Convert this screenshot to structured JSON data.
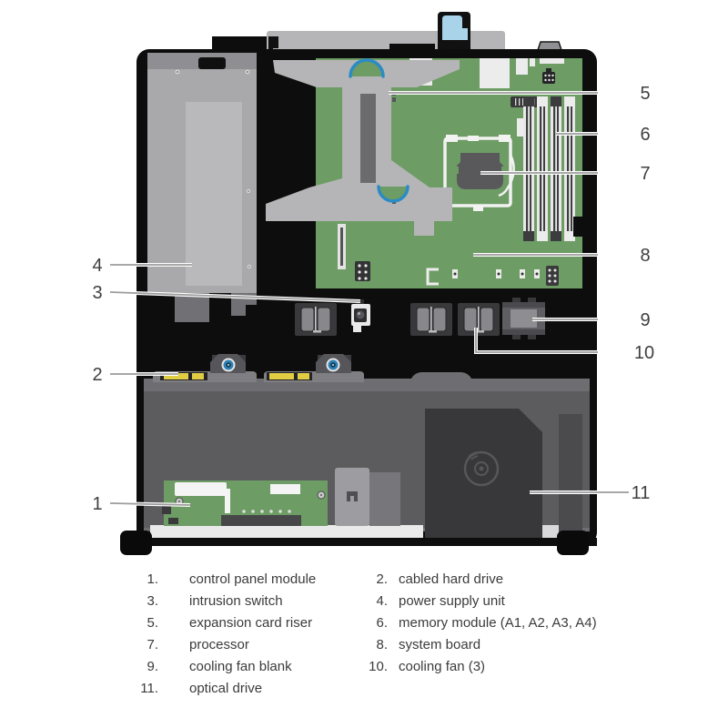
{
  "callout_numbers": {
    "n1": "1",
    "n2": "2",
    "n3": "3",
    "n4": "4",
    "n5": "5",
    "n6": "6",
    "n7": "7",
    "n8": "8",
    "n9": "9",
    "n10": "10",
    "n11": "11"
  },
  "legend": {
    "col1": [
      {
        "num": "1.",
        "label": "control panel module"
      },
      {
        "num": "3.",
        "label": "intrusion switch"
      },
      {
        "num": "5.",
        "label": "expansion card riser"
      },
      {
        "num": "7.",
        "label": "processor"
      },
      {
        "num": "9.",
        "label": "cooling fan blank"
      },
      {
        "num": "11.",
        "label": "optical drive"
      }
    ],
    "col2": [
      {
        "num": "2.",
        "label": "cabled hard drive"
      },
      {
        "num": "4.",
        "label": "power supply unit"
      },
      {
        "num": "6.",
        "label": "memory module (A1, A2, A3, A4)"
      },
      {
        "num": "8.",
        "label": "system board"
      },
      {
        "num": "10.",
        "label": "cooling fan (3)"
      }
    ]
  },
  "colors": {
    "chassis": "#0d0d0d",
    "board": "#6d9c64",
    "psu": "#a9a9ab",
    "riser": "#b5b5b7",
    "floor": "#6e6e72",
    "bay": "#5c5c5f",
    "optical": "#38383b",
    "accent_blue": "#2b8bc5",
    "latch_blue": "#a9d3e9",
    "connector_yellow": "#e0cd44",
    "callout_line": "#9c9c9c",
    "text": "#3f3f3f"
  }
}
